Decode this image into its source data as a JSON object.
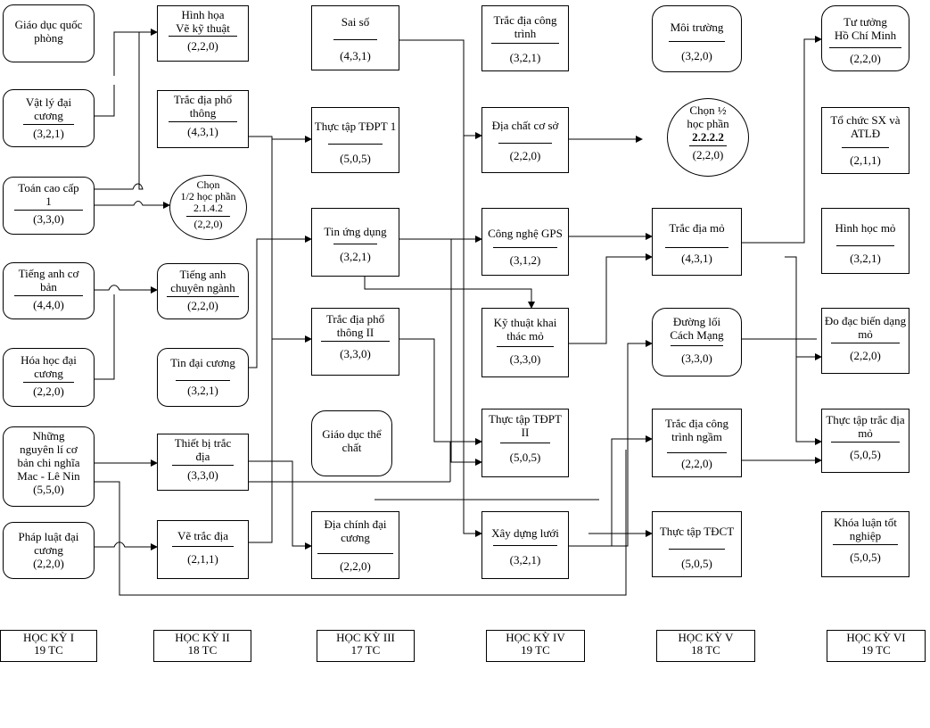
{
  "nodes": {
    "gdqp": {
      "title": "Giáo dục quốc\nphòng",
      "credits": ""
    },
    "vatly": {
      "title": "Vật lý đại\ncương",
      "credits": "(3,2,1)"
    },
    "toancc": {
      "title": "Toán cao cấp\n1",
      "credits": "(3,3,0)"
    },
    "tienganh": {
      "title": "Tiếng anh cơ\nbản",
      "credits": "(4,4,0)"
    },
    "hoahoc": {
      "title": "Hóa học đại\ncương",
      "credits": "(2,2,0)"
    },
    "mln": {
      "title": "Những\nnguyên lí cơ\nbản chi nghĩa\nMac - Lê Nin",
      "credits": "(5,5,0)"
    },
    "phapluat": {
      "title": "Pháp luật đại\ncương",
      "credits": "(2,2,0)"
    },
    "hinhhoa": {
      "title": "Hình họa\nVẽ kỹ thuật",
      "credits": "(2,2,0)"
    },
    "tdpt": {
      "title": "Trắc địa phổ\nthông",
      "credits": "(4,3,1)"
    },
    "chon214": {
      "title": "Chọn\n1/2 học phần\n2.1.4.2",
      "credits": "(2,2,0)"
    },
    "tacn": {
      "title": "Tiếng anh\nchuyên ngành",
      "credits": "(2,2,0)"
    },
    "tindc": {
      "title": "Tin đại cương",
      "credits": "(3,2,1)"
    },
    "tbtd": {
      "title": "Thiết bị trắc\nđịa",
      "credits": "(3,3,0)"
    },
    "vetd": {
      "title": "Vẽ trắc địa",
      "credits": "(2,1,1)"
    },
    "saiso": {
      "title": "Sai số",
      "credits": "(4,3,1)"
    },
    "tttdpt1": {
      "title": "Thực tập TĐPT 1",
      "credits": "(5,0,5)"
    },
    "tinud": {
      "title": "Tin ứng dụng",
      "credits": "(3,2,1)"
    },
    "tdpt2": {
      "title": "Trắc địa phổ\nthông II",
      "credits": "(3,3,0)"
    },
    "gdtc": {
      "title": "Giáo dục thể\nchất",
      "credits": ""
    },
    "dcdc": {
      "title": "Địa chính đại\ncương",
      "credits": "(2,2,0)"
    },
    "tdct": {
      "title": "Trắc địa công\ntrình",
      "credits": "(3,2,1)"
    },
    "dcco": {
      "title": "Địa chất cơ sở",
      "credits": "(2,2,0)"
    },
    "gps": {
      "title": "Công nghệ GPS",
      "credits": "(3,1,2)"
    },
    "ktktm": {
      "title": "Kỹ thuật khai\nthác mỏ",
      "credits": "(3,3,0)"
    },
    "tttdpt2": {
      "title": "Thực tập TĐPT\nII",
      "credits": "(5,0,5)"
    },
    "xdl": {
      "title": "Xây dựng lưới",
      "credits": "(3,2,1)"
    },
    "moitruong": {
      "title": "Môi trường",
      "credits": "(3,2,0)"
    },
    "chon2222": {
      "title": "Chọn ½\nhọc phần",
      "code": "2.2.2.2",
      "credits": "(2,2,0)"
    },
    "tdmo": {
      "title": "Trắc địa mỏ",
      "credits": "(4,3,1)"
    },
    "dlcm": {
      "title": "Đường lối\nCách Mạng",
      "credits": "(3,3,0)"
    },
    "tdctn": {
      "title": "Trắc địa công\ntrình ngầm",
      "credits": "(2,2,0)"
    },
    "ttdct": {
      "title": "Thực tập TĐCT",
      "credits": "(5,0,5)"
    },
    "tthcm": {
      "title": "Tư tưởng\nHồ Chí Minh",
      "credits": "(2,2,0)"
    },
    "tcsx": {
      "title": "Tổ chức SX và\nATLĐ",
      "credits": "(2,1,1)"
    },
    "hhmo": {
      "title": "Hình học mỏ",
      "credits": "(3,2,1)"
    },
    "dobd": {
      "title": "Đo đạc biến dạng\nmỏ",
      "credits": "(2,2,0)"
    },
    "tttdmo": {
      "title": "Thực tập trắc địa\nmỏ",
      "credits": "(5,0,5)"
    },
    "khoaluan": {
      "title": "Khóa luận tốt\nnghiệp",
      "credits": "(5,0,5)"
    }
  },
  "semesters": [
    {
      "label": "HỌC KỲ I\n19 TC"
    },
    {
      "label": "HỌC KỲ II\n18 TC"
    },
    {
      "label": "HỌC KỲ III\n17 TC"
    },
    {
      "label": "HỌC KỲ IV\n19 TC"
    },
    {
      "label": "HỌC KỲ V\n18 TC"
    },
    {
      "label": "HỌC KỲ VI\n19 TC"
    }
  ],
  "colors": {
    "line": "#000000",
    "background": "#ffffff"
  }
}
